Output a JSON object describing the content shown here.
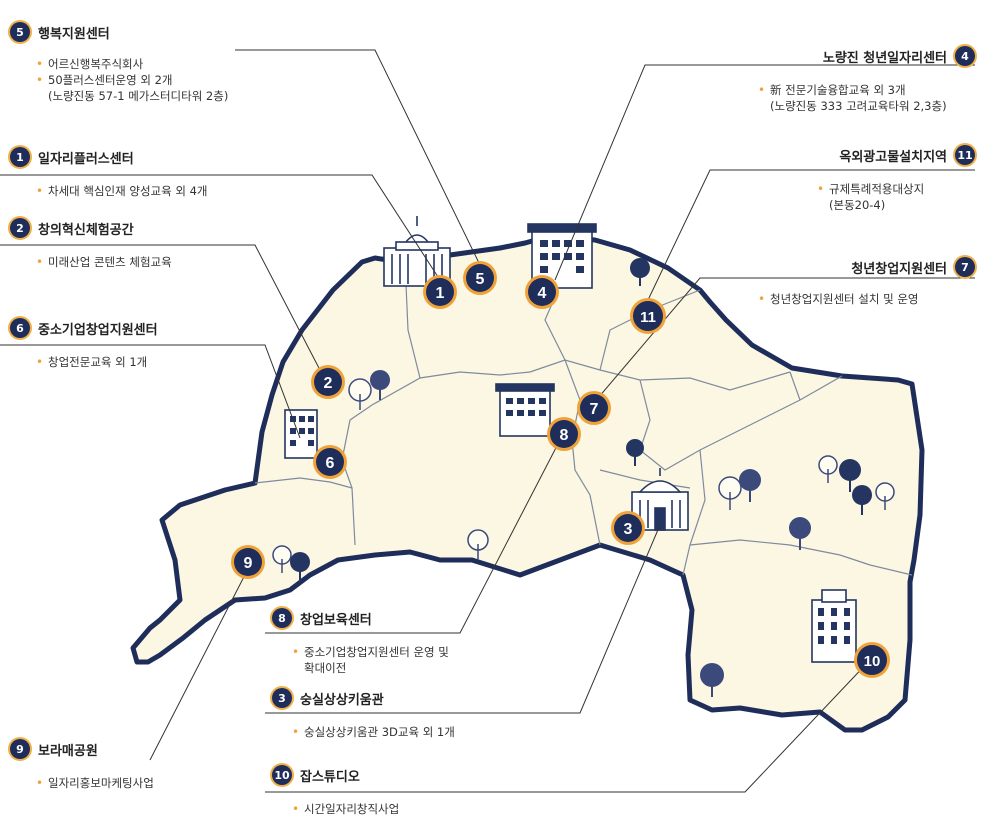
{
  "markers": [
    {
      "num": "1"
    },
    {
      "num": "2"
    },
    {
      "num": "3"
    },
    {
      "num": "4"
    },
    {
      "num": "5"
    },
    {
      "num": "6"
    },
    {
      "num": "7"
    },
    {
      "num": "8"
    },
    {
      "num": "9"
    },
    {
      "num": "10"
    },
    {
      "num": "11"
    }
  ],
  "callouts": {
    "c5": {
      "num": "5",
      "title": "행복지원센터",
      "items": [
        "어르신행복주식회사",
        "50플러스센터운영 외 2개\n(노량진동 57-1 메가스터디타워 2층)"
      ]
    },
    "c1": {
      "num": "1",
      "title": "일자리플러스센터",
      "items": [
        "차세대 핵심인재 양성교육 외 4개"
      ]
    },
    "c2": {
      "num": "2",
      "title": "창의혁신체험공간",
      "items": [
        "미래산업 콘텐츠 체험교육"
      ]
    },
    "c6": {
      "num": "6",
      "title": "중소기업창업지원센터",
      "items": [
        "창업전문교육 외 1개"
      ]
    },
    "c9": {
      "num": "9",
      "title": "보라매공원",
      "items": [
        "일자리홍보마케팅사업"
      ]
    },
    "c4": {
      "num": "4",
      "title": "노량진 청년일자리센터",
      "items": [
        "新 전문기술융합교육 외 3개\n(노량진동 333 고려교육타워 2,3층)"
      ]
    },
    "c11": {
      "num": "11",
      "title": "옥외광고물설치지역",
      "items": [
        "규제특례적용대상지\n(본동20-4)"
      ]
    },
    "c7": {
      "num": "7",
      "title": "청년창업지원센터",
      "items": [
        "청년창업지원센터 설치 및 운영"
      ]
    },
    "c8": {
      "num": "8",
      "title": "창업보육센터",
      "items": [
        "중소기업창업지원센터 운영 및\n확대이전"
      ]
    },
    "c3": {
      "num": "3",
      "title": "숭실상상키움관",
      "items": [
        "숭실상상키움관 3D교육 외 1개"
      ]
    },
    "c10": {
      "num": "10",
      "title": "잡스튜디오",
      "items": [
        "시간일자리창직사업"
      ]
    }
  },
  "colors": {
    "land": "#fbf7e2",
    "border": "#1f2d5a",
    "inner_boundary": "#7f8a9e",
    "marker_fill": "#1f2d5a",
    "marker_ring": "#f0a23a",
    "bullet": "#f0a23a"
  }
}
